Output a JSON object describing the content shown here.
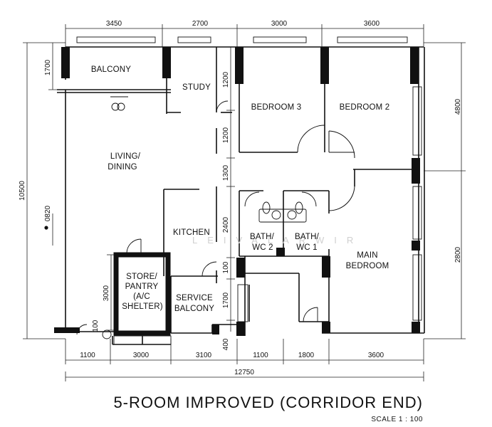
{
  "plan": {
    "title": "5-ROOM IMPROVED (CORRIDOR END)",
    "scale": "SCALE 1 : 100",
    "watermark": "LEIVALARWIR",
    "rooms": {
      "balcony": "BALCONY",
      "study": "STUDY",
      "bedroom3": "BEDROOM 3",
      "bedroom2": "BEDROOM 2",
      "living_line1": "LIVING/",
      "living_line2": "DINING",
      "kitchen": "KITCHEN",
      "bath2_line1": "BATH/",
      "bath2_line2": "WC 2",
      "bath1_line1": "BATH/",
      "bath1_line2": "WC 1",
      "master_line1": "MAIN",
      "master_line2": "BEDROOM",
      "store_line1": "STORE/",
      "store_line2": "PANTRY",
      "store_line3": "(A/C",
      "store_line4": "SHELTER)",
      "service_line1": "SERVICE",
      "service_line2": "BALCONY"
    },
    "dims": {
      "top": [
        "3450",
        "2700",
        "3000",
        "3600"
      ],
      "bottom": [
        "1100",
        "3000",
        "3100",
        "1100",
        "1800",
        "3600"
      ],
      "total_width": "12750",
      "left_total": "10500",
      "left_top": "1700",
      "left_mid": "0820",
      "left_store": "3000",
      "left_small": "100",
      "right_top": "4800",
      "right_bottom": "2800",
      "study_a": "1200",
      "study_b": "1200",
      "corridor": "1300",
      "kitchen": "2400",
      "kitchen_small": "100",
      "service": "1700",
      "service_small": "400"
    }
  }
}
